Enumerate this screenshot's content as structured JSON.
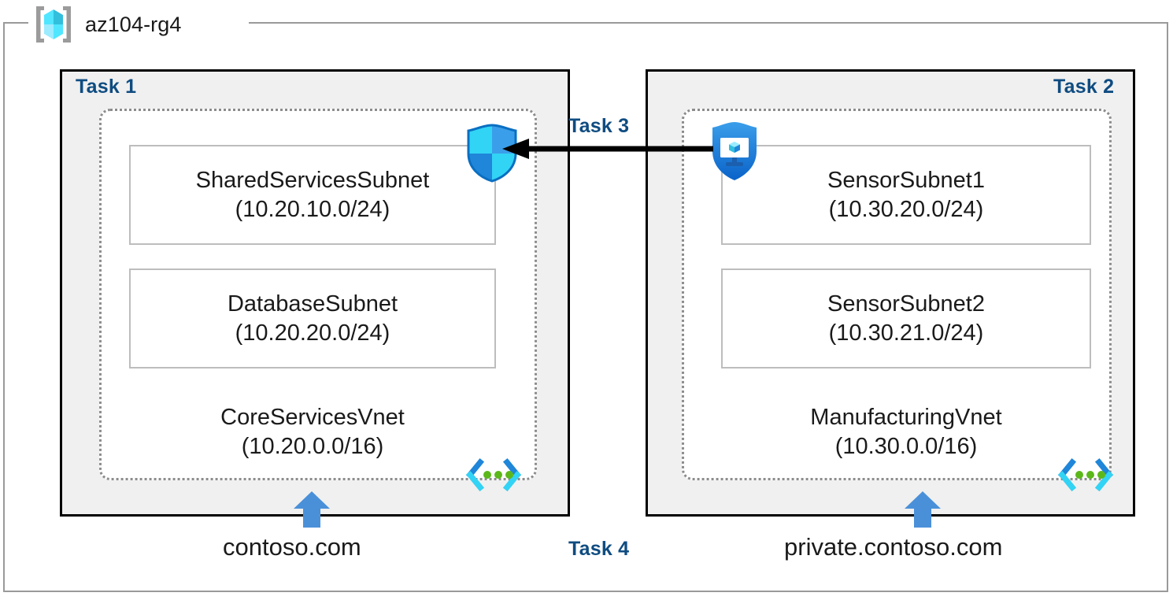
{
  "resource_group": {
    "name": "az104-rg4",
    "icon": "resource-group-cube-icon"
  },
  "tasks": {
    "task1": "Task 1",
    "task2": "Task 2",
    "task3": "Task 3",
    "task4": "Task 4"
  },
  "left_panel": {
    "task_label": "Task 1",
    "vnet": {
      "name": "CoreServicesVnet",
      "cidr": "(10.20.0.0/16)",
      "icon": "virtual-network-icon"
    },
    "subnets": [
      {
        "name": "SharedServicesSubnet",
        "cidr": "(10.20.10.0/24)"
      },
      {
        "name": "DatabaseSubnet",
        "cidr": "(10.20.20.0/24)"
      }
    ],
    "dns_zone": "contoso.com",
    "firewall_icon": "firewall-shield-icon"
  },
  "right_panel": {
    "task_label": "Task 2",
    "vnet": {
      "name": "ManufacturingVnet",
      "cidr": "(10.30.0.0/16)",
      "icon": "virtual-network-icon"
    },
    "subnets": [
      {
        "name": "SensorSubnet1",
        "cidr": "(10.30.20.0/24)"
      },
      {
        "name": "SensorSubnet2",
        "cidr": "(10.30.21.0/24)"
      }
    ],
    "dns_zone": "private.contoso.com",
    "nsg_icon": "network-security-group-shield-icon"
  },
  "connector": {
    "label": "Task 3",
    "direction": "right-to-left",
    "icon": "left-arrow-icon"
  },
  "colors": {
    "task_label": "#0f4c81",
    "panel_fill": "#f0f0f0",
    "panel_border": "#000000",
    "vnet_border": "#8c8c8c",
    "subnet_border": "#bdbdbd",
    "accent_blue": "#4a90d9",
    "cube_cyan": "#50e6ff",
    "shield_blue": "#0078d4"
  }
}
